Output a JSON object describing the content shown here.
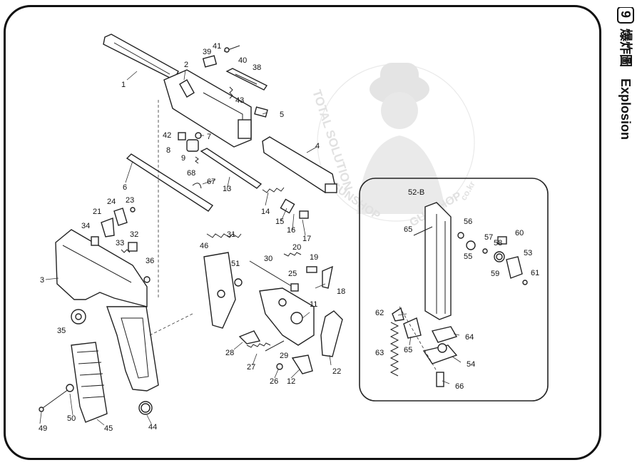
{
  "title": {
    "number": "9",
    "chinese": "爆炸圖",
    "english": "Explosion"
  },
  "watermark": {
    "text_left": "TOTAL SOLUTION",
    "text_bottom": "GUNSHOP",
    "text_right": "GUNSHOP",
    "domain": "co.kr"
  },
  "part_labels": [
    "1",
    "2",
    "3",
    "4",
    "5",
    "6",
    "7",
    "8",
    "9",
    "11",
    "12",
    "13",
    "14",
    "15",
    "16",
    "17",
    "18",
    "19",
    "20",
    "21",
    "22",
    "23",
    "24",
    "25",
    "26",
    "27",
    "28",
    "29",
    "30",
    "31",
    "32",
    "33",
    "34",
    "35",
    "36",
    "38",
    "39",
    "40",
    "41",
    "42",
    "43",
    "44",
    "45",
    "46",
    "49",
    "50",
    "51",
    "52-B",
    "53",
    "54",
    "55",
    "56",
    "57",
    "58",
    "59",
    "60",
    "61",
    "62",
    "63",
    "64",
    "65",
    "65",
    "66",
    "67",
    "68"
  ]
}
